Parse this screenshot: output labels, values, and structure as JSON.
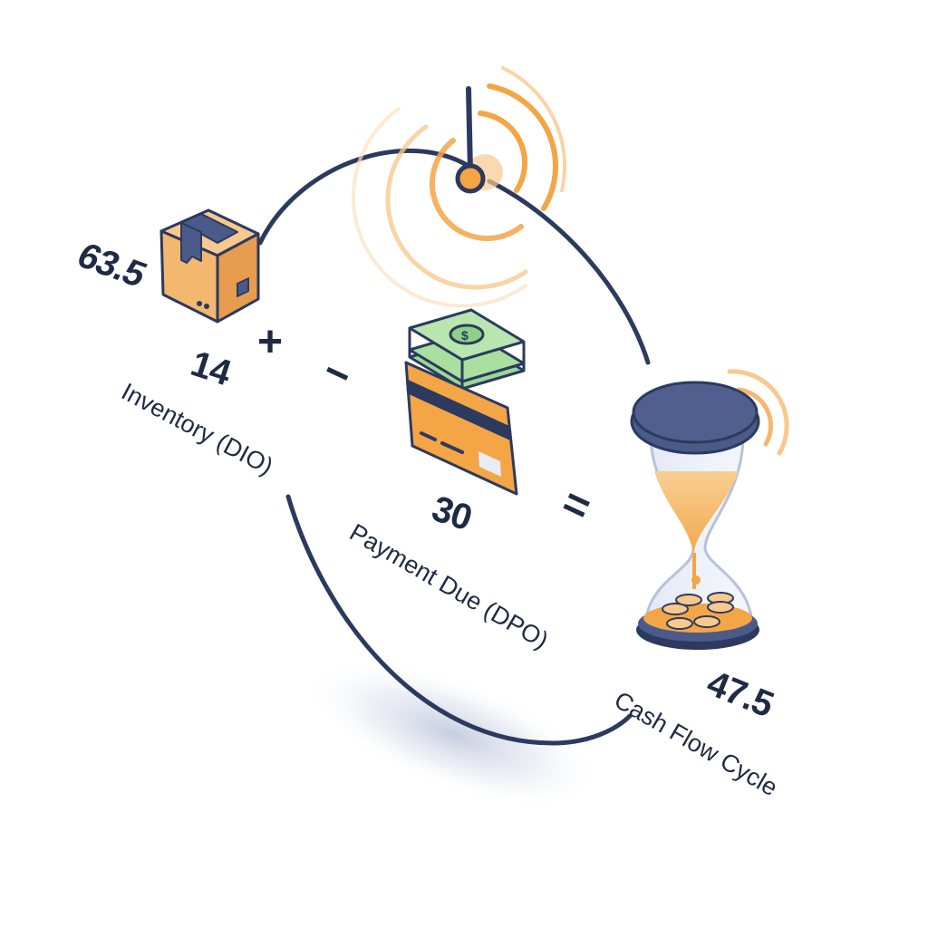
{
  "diagram": {
    "inventory": {
      "top_value": "63.5",
      "value": "14",
      "label": "Inventory (DIO)",
      "icon": "cardboard-box-icon"
    },
    "payables": {
      "value": "30",
      "label": "Payment Due (DPO)",
      "icons": [
        "cash-stack-icon",
        "credit-card-icon"
      ]
    },
    "cycle": {
      "value": "47.5",
      "label": "Cash Flow Cycle",
      "icon": "hourglass-coins-icon"
    },
    "operators": {
      "plus": "+",
      "minus": "−",
      "equals": "="
    },
    "decoration": {
      "clock_icon": "clock-with-signal-icon"
    },
    "colors": {
      "navy": "#2b3a5e",
      "orange": "#f4a546",
      "orange_light": "#f8c98e",
      "green_cash": "#8fd18a",
      "box": "#f2b870",
      "ink": "#1f2a44"
    }
  }
}
